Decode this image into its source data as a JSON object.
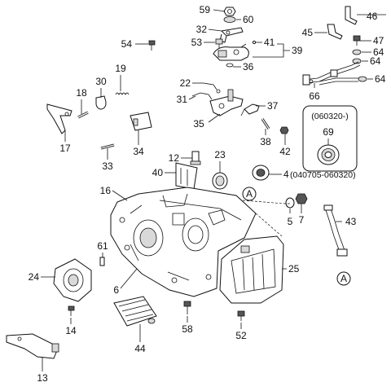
{
  "callouts": {
    "c1": "59",
    "c2": "60",
    "c3": "32",
    "c4": "53",
    "c5": "54",
    "c6": "41",
    "c7": "39",
    "c8": "46",
    "c9": "45",
    "c10": "47",
    "c11": "64",
    "c12": "64",
    "c13": "64",
    "c14": "66",
    "c15": "36",
    "c16": "30",
    "c17": "19",
    "c18": "18",
    "c19": "22",
    "c20": "31",
    "c21": "35",
    "c22": "37",
    "c23": "38",
    "c24": "42",
    "c25": "17",
    "c26": "34",
    "c27": "33",
    "c28": "12",
    "c29": "23",
    "c30": "40",
    "c31": "4",
    "c32": "69",
    "c33": "16",
    "c34": "5",
    "c35": "7",
    "c36": "43",
    "c37": "61",
    "c38": "24",
    "c39": "6",
    "c40": "25",
    "c41": "14",
    "c42": "58",
    "c43": "52",
    "c44": "44",
    "c45": "13"
  },
  "notes": {
    "date_range": "(040705-060320)",
    "date_box": "(060320-)"
  },
  "markers": {
    "ref_a": "A"
  }
}
